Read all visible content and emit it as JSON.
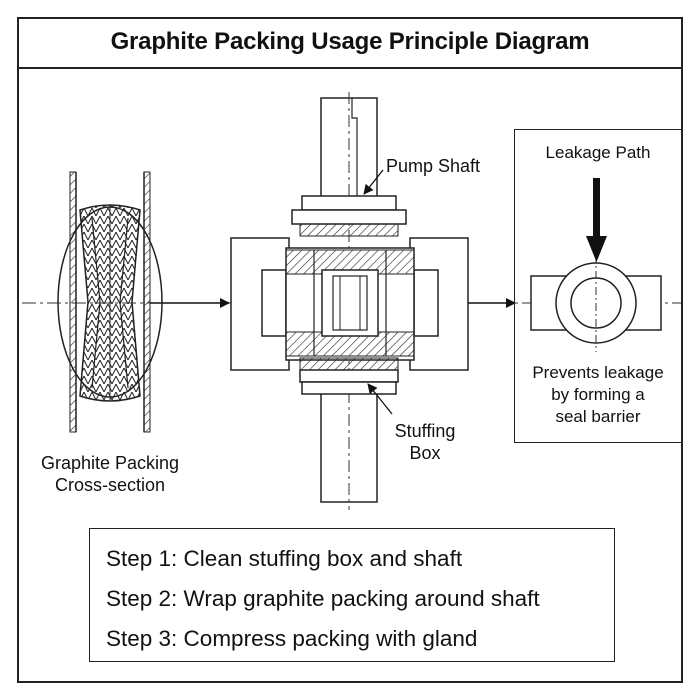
{
  "title": "Graphite Packing Usage Principle Diagram",
  "labels": {
    "pump_shaft": "Pump Shaft",
    "stuffing_box": [
      "Stuffing",
      "Box"
    ],
    "cross_section": [
      "Graphite Packing",
      "Cross-section"
    ],
    "leakage_path": "Leakage Path",
    "prevents": [
      "Prevents leakage",
      "by forming a",
      "seal barrier"
    ]
  },
  "steps": [
    "Step 1: Clean stuffing box and shaft",
    "Step 2: Wrap graphite packing around shaft",
    "Step 3: Compress packing with gland"
  ]
}
